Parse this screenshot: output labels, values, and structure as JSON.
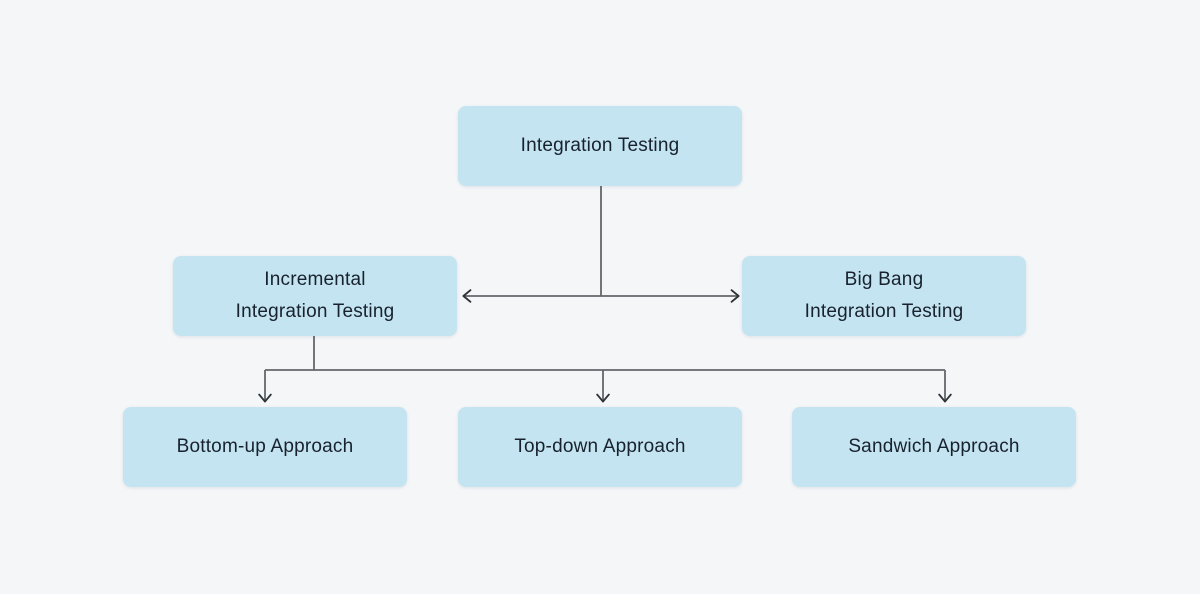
{
  "diagram": {
    "nodes": [
      {
        "id": "integration-testing",
        "label": "Integration Testing"
      },
      {
        "id": "incremental-integration-testing",
        "label": "Incremental\nIntegration Testing"
      },
      {
        "id": "big-bang-integration-testing",
        "label": "Big Bang\nIntegration Testing"
      },
      {
        "id": "bottom-up-approach",
        "label": "Bottom-up Approach"
      },
      {
        "id": "top-down-approach",
        "label": "Top-down Approach"
      },
      {
        "id": "sandwich-approach",
        "label": "Sandwich Approach"
      }
    ],
    "edges": [
      {
        "from": "Integration Testing",
        "to": "Incremental Integration Testing",
        "arrow": "to"
      },
      {
        "from": "Integration Testing",
        "to": "Big Bang Integration Testing",
        "arrow": "to"
      },
      {
        "from": "Incremental Integration Testing",
        "to": "Bottom-up Approach",
        "arrow": "to"
      },
      {
        "from": "Incremental Integration Testing",
        "to": "Top-down Approach",
        "arrow": "to"
      },
      {
        "from": "Incremental Integration Testing",
        "to": "Sandwich Approach",
        "arrow": "to"
      }
    ]
  },
  "colors": {
    "background": "#f4f6f8",
    "node_fill": "#c4e4f1",
    "line": "#63676c",
    "arrow": "#2e3338",
    "text": "#18222e"
  }
}
